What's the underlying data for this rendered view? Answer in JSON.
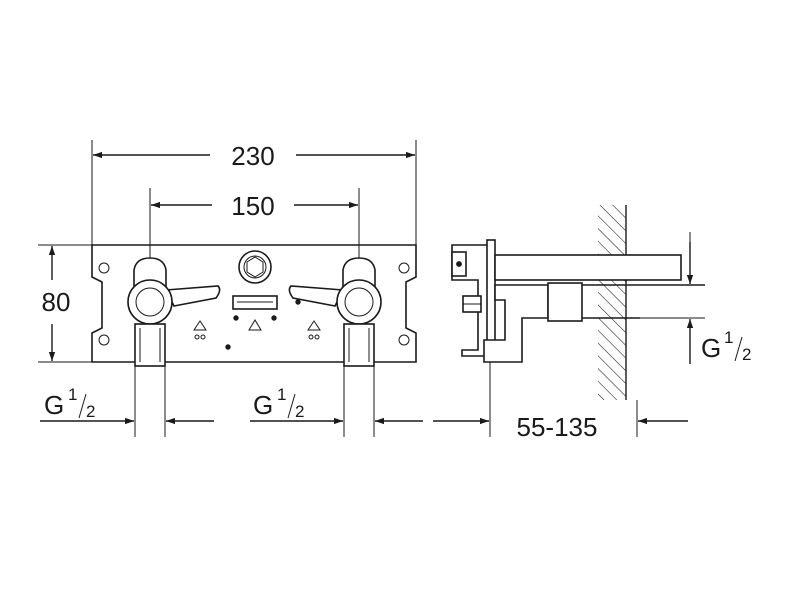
{
  "dimensions": {
    "width_overall": "230",
    "width_centers": "150",
    "height": "80",
    "depth_range": "55-135"
  },
  "threads": {
    "left_connection": {
      "letter": "G",
      "numerator": "1",
      "denominator": "2"
    },
    "right_connection": {
      "letter": "G",
      "numerator": "1",
      "denominator": "2"
    },
    "side_connection": {
      "letter": "G",
      "numerator": "1",
      "denominator": "2"
    }
  },
  "colors": {
    "line": "#1a1a1a",
    "background": "#ffffff"
  }
}
